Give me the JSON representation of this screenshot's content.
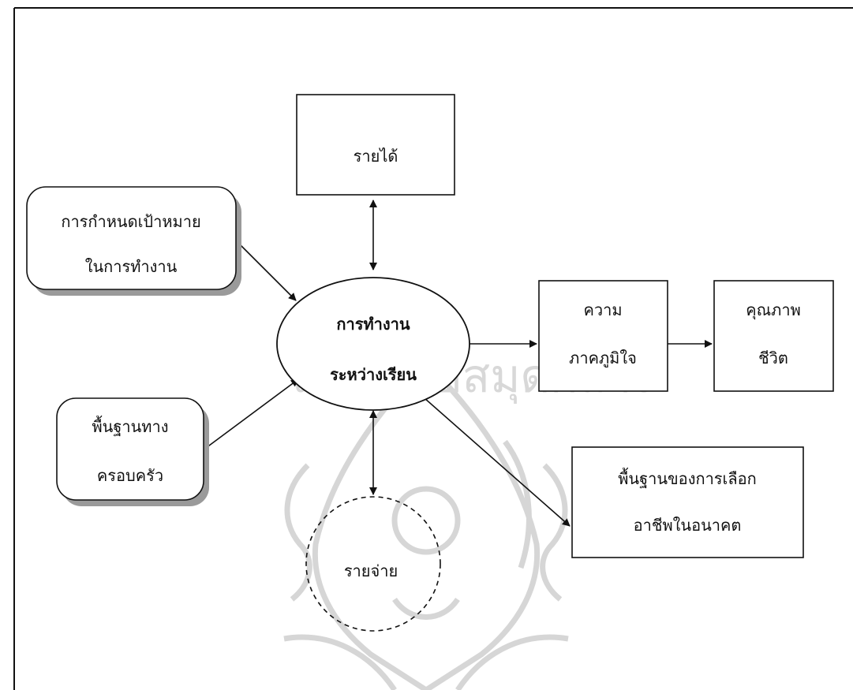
{
  "watermark": {
    "text": "สำนักหอสมุดกลาง",
    "emblem": "university-seal-ganesha"
  },
  "nodes": {
    "income": {
      "label": "รายได้"
    },
    "goal_setting": {
      "line1": "การกำหนดเป้าหมาย",
      "line2": "ในการทำงาน"
    },
    "work_while_studying": {
      "line1": "การทำงาน",
      "line2": "ระหว่างเรียน"
    },
    "family_background": {
      "line1": "พื้นฐานทาง",
      "line2": "ครอบครัว"
    },
    "pride": {
      "line1": "ความ",
      "line2": "ภาคภูมิใจ"
    },
    "quality_of_life": {
      "line1": "คุณภาพ",
      "line2": "ชีวิต"
    },
    "career_foundation": {
      "line1": "พื้นฐานของการเลือก",
      "line2": "อาชีพในอนาคต"
    },
    "expenses": {
      "label": "รายจ่าย"
    }
  },
  "colors": {
    "line": "#111111",
    "shadow": "#9a9a9a",
    "watermark": "#d8d8d8"
  }
}
